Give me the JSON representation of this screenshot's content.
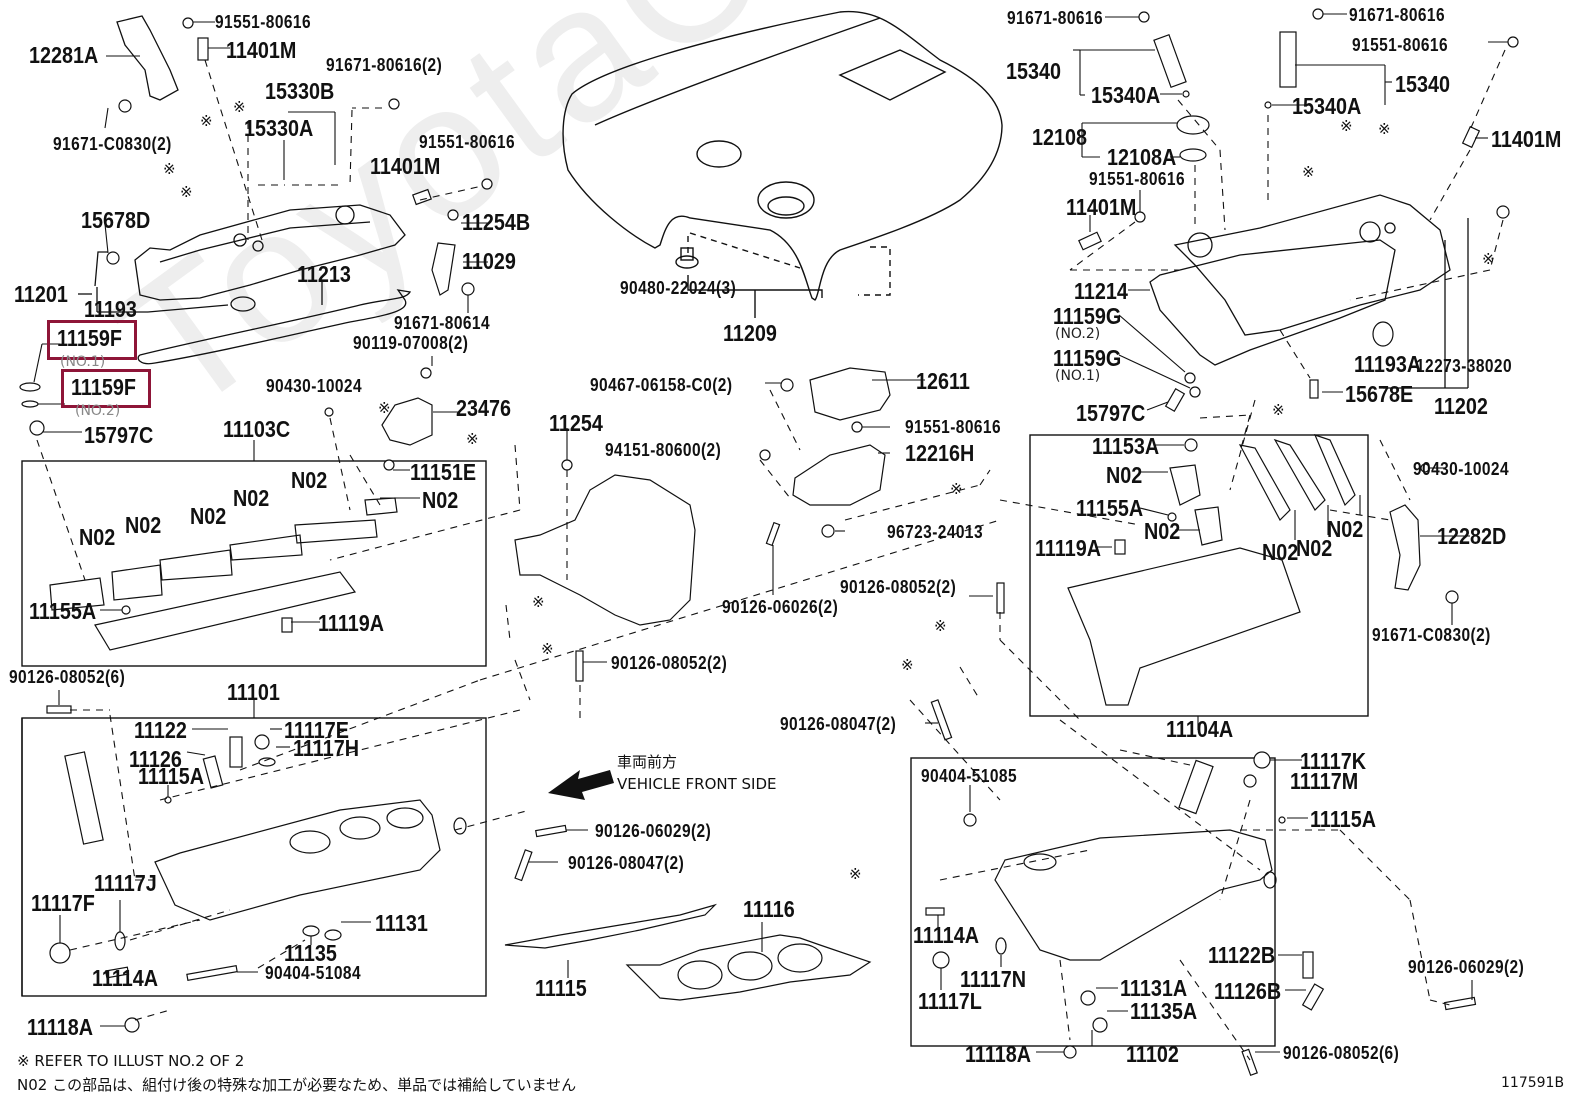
{
  "diagram": {
    "watermark": "ToyotaCarMill",
    "illustration_id": "117591B",
    "highlight_color": "#8e1538",
    "direction": {
      "jp": "車両前方",
      "en": "VEHICLE FRONT SIDE"
    },
    "notes": {
      "refer": "※ REFER TO ILLUST NO.2 OF 2",
      "n02": "N02 この部品は、組付け後の特殊な加工が必要なため、単品では補給していません"
    },
    "highlighted": [
      {
        "part": "11159F",
        "sub": "(NO.1)"
      },
      {
        "part": "11159F",
        "sub": "(NO.2)"
      }
    ],
    "labels": {
      "p12281A": "12281A",
      "p91551_80616_a": "91551-80616",
      "p11401M_a": "11401M",
      "p91671_80616_2": "91671-80616(2)",
      "p15330B": "15330B",
      "p15330A": "15330A",
      "p91671_C0830_2_a": "91671-C0830(2)",
      "p91551_80616_b": "91551-80616",
      "p11401M_b": "11401M",
      "p15678D": "15678D",
      "p11254B": "11254B",
      "p11029": "11029",
      "p11201": "11201",
      "p11193": "11193",
      "p11213": "11213",
      "p91671_80614": "91671-80614",
      "p90119_07008_2": "90119-07008(2)",
      "p90430_10024_a": "90430-10024",
      "p23476": "23476",
      "p15797C_a": "15797C",
      "p11103C": "11103C",
      "p11151E": "11151E",
      "p11155A_a": "11155A",
      "p11119A_a": "11119A",
      "n02": "N02",
      "p90480_22024_3": "90480-22024(3)",
      "p11209": "11209",
      "p90467_06158_C0_2": "90467-06158-C0(2)",
      "p12611": "12611",
      "p11254": "11254",
      "p94151_80600_2": "94151-80600(2)",
      "p91551_80616_c": "91551-80616",
      "p12216H": "12216H",
      "p96723_24013": "96723-24013",
      "p90126_06026_2": "90126-06026(2)",
      "p90126_08052_2_a": "90126-08052(2)",
      "p90126_08052_2_b": "90126-08052(2)",
      "p90126_08052_6_a": "90126-08052(6)",
      "p11101": "11101",
      "p11122": "11122",
      "p11117E": "11117E",
      "p11126": "11126",
      "p11117H": "11117H",
      "p11115A_a": "11115A",
      "p90126_06029_2_a": "90126-06029(2)",
      "p90126_08047_2_a": "90126-08047(2)",
      "p11117J": "11117J",
      "p11117F": "11117F",
      "p11131": "11131",
      "p11135": "11135",
      "p11114A_a": "11114A",
      "p90404_51084": "90404-51084",
      "p11118A_a": "11118A",
      "p11115": "11115",
      "p11116": "11116",
      "p91671_80616_r1": "91671-80616",
      "p91671_80616_r2": "91671-80616",
      "p91551_80616_r1": "91551-80616",
      "p15340_a": "15340",
      "p15340A_a": "15340A",
      "p15340_b": "15340",
      "p15340A_b": "15340A",
      "p12108": "12108",
      "p12108A": "12108A",
      "p11401M_r1": "11401M",
      "p91551_80616_r2": "91551-80616",
      "p11401M_r2": "11401M",
      "p11214": "11214",
      "p11159G": "11159G",
      "p11159G_sub2": "(NO.2)",
      "p11159G_sub1": "(NO.1)",
      "p11193A": "11193A",
      "p12273_38020": "12273-38020",
      "p15678E": "15678E",
      "p11202": "11202",
      "p15797C_b": "15797C",
      "p11153A": "11153A",
      "p11155A_b": "11155A",
      "p11119A_b": "11119A",
      "p90430_10024_b": "90430-10024",
      "p12282D": "12282D",
      "p91671_C0830_2_b": "91671-C0830(2)",
      "p11104A": "11104A",
      "p90126_08047_2_b": "90126-08047(2)",
      "p90404_51085": "90404-51085",
      "p11117K": "11117K",
      "p11117M": "11117M",
      "p11115A_b": "11115A",
      "p11114A_b": "11114A",
      "p11117N": "11117N",
      "p11117L": "11117L",
      "p11122B": "11122B",
      "p11126B": "11126B",
      "p11131A": "11131A",
      "p11135A": "11135A",
      "p90126_06029_2_b": "90126-06029(2)",
      "p11118A_b": "11118A",
      "p11102": "11102",
      "p90126_08052_6_b": "90126-08052(6)",
      "refer_mark": "※"
    }
  }
}
